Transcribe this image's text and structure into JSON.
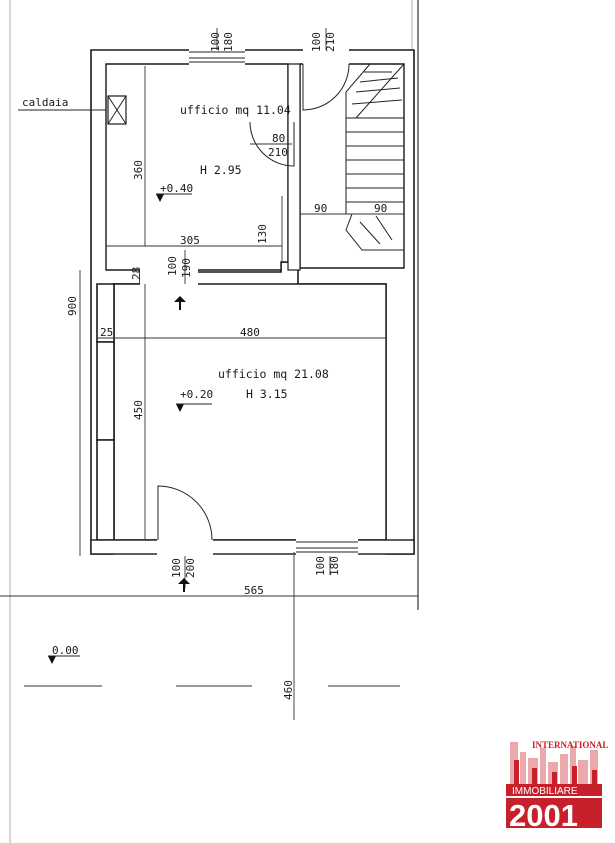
{
  "labels": {
    "boiler": "caldaia",
    "room_upper_name": "ufficio mq 11.04",
    "room_upper_height": "H 2.95",
    "room_upper_level": "+0.40",
    "room_lower_name": "ufficio mq 21.08",
    "room_lower_height": "H 3.15",
    "room_lower_level": "+0.20",
    "ground_level": "0.00"
  },
  "dimensions": {
    "win_top_w": "100",
    "win_top_h": "180",
    "door_top_w": "100",
    "door_top_h": "210",
    "door_inner_w": "80",
    "door_inner_h": "210",
    "upper_depth": "360",
    "upper_width": "305",
    "step_130": "130",
    "stair_90a": "90",
    "stair_90b": "90",
    "door_mid_w": "100",
    "door_mid_h": "190",
    "wall_28": "28",
    "total_height": "900",
    "wall_25": "25",
    "lower_width": "480",
    "lower_depth": "450",
    "entry_w": "100",
    "entry_h": "200",
    "win_bottom_w": "100",
    "win_bottom_h": "180",
    "total_width": "565",
    "front_depth": "460"
  },
  "logo": {
    "top": "INTERNATIONAL",
    "middle": "IMMOBILIARE",
    "bottom": "2001",
    "color": "#c8202a"
  }
}
